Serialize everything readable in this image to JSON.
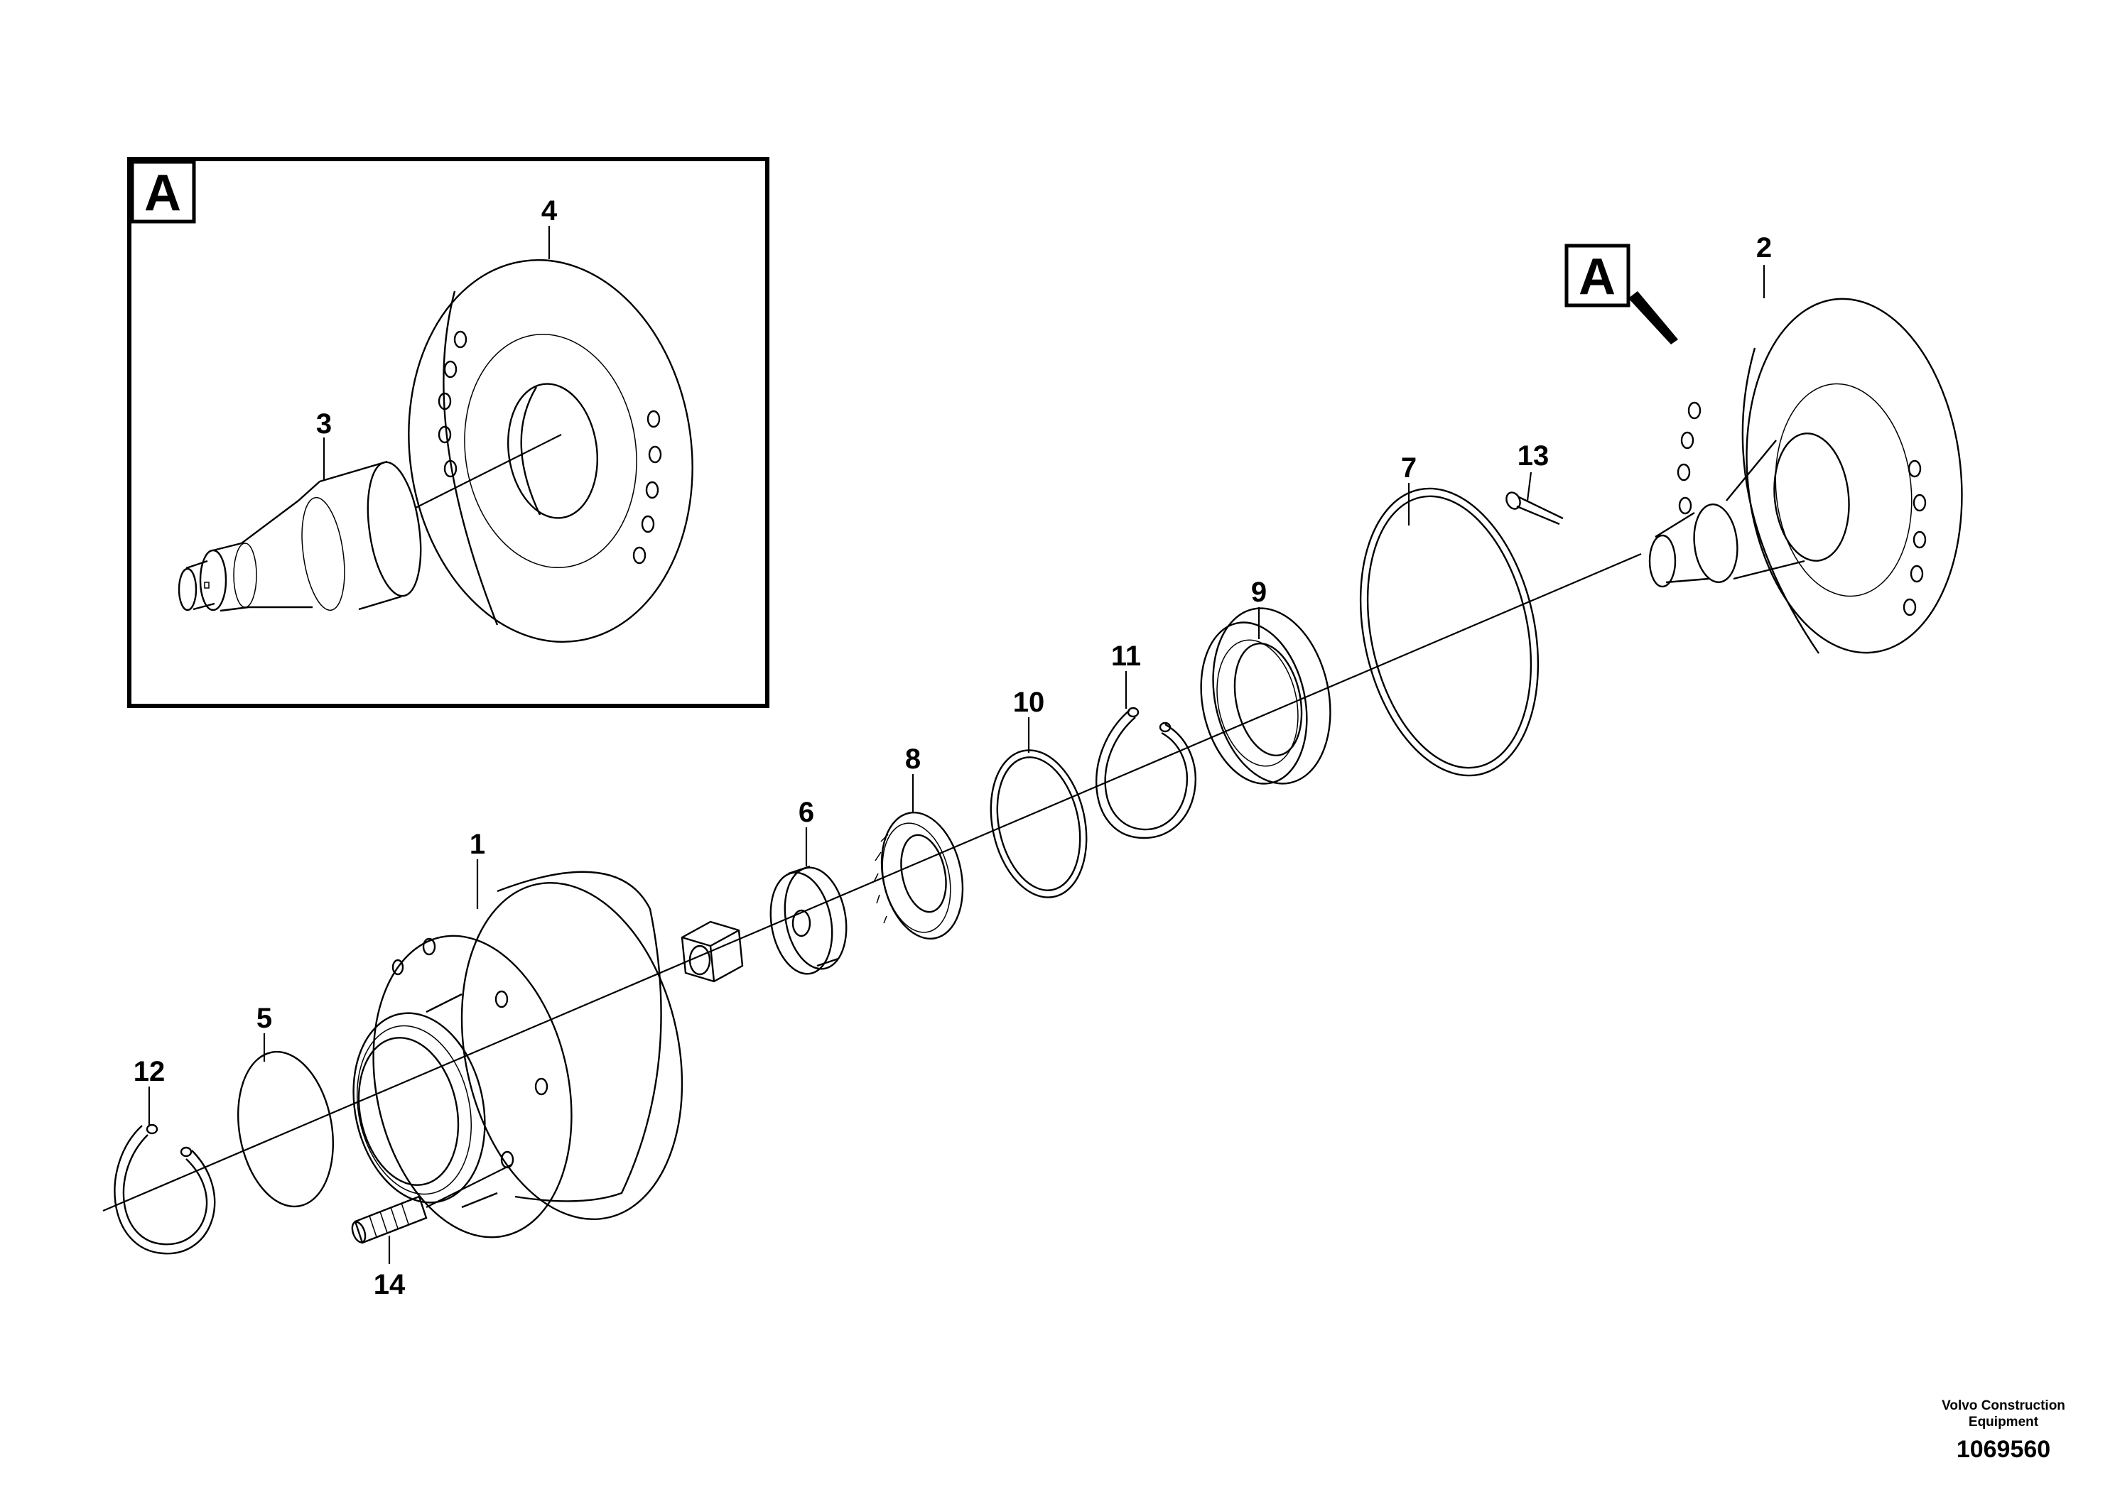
{
  "callouts": {
    "c1": "1",
    "c2": "2",
    "c3": "3",
    "c4": "4",
    "c5": "5",
    "c6": "6",
    "c7": "7",
    "c8": "8",
    "c9": "9",
    "c10": "10",
    "c11": "11",
    "c12": "12",
    "c13": "13",
    "c14": "14"
  },
  "detail": {
    "inset_label": "A",
    "reference_label": "A"
  },
  "footer": {
    "company_line1": "Volvo Construction",
    "company_line2": "Equipment",
    "drawing_number": "1069560"
  }
}
